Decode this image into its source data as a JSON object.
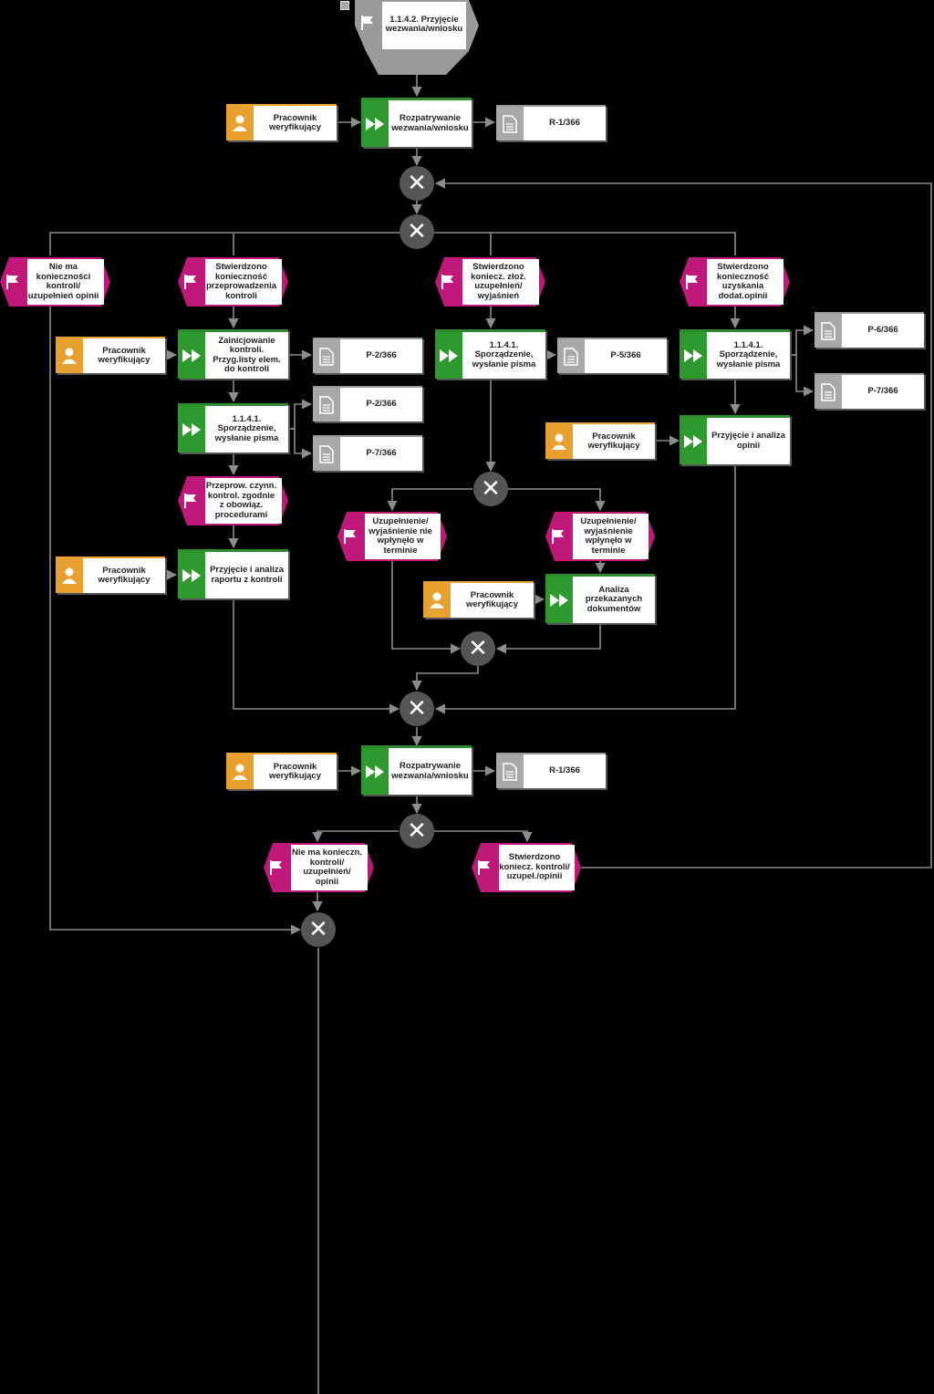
{
  "start_event": {
    "label": "1.1.4.2. Przyjęcie wezwania/wniosku"
  },
  "roles": {
    "r1": "Pracownik weryfikujący",
    "r2": "Pracownik weryfikujący",
    "r3": "Pracownik weryfikujący",
    "r4": "Pracownik weryfikujący",
    "r5": "Pracownik weryfikujący",
    "r6": "Pracownik weryfikujący"
  },
  "functions": {
    "f1": "Rozpatrywanie wezwania/wniosku",
    "f2": "Zainicjowanie kontroli. Przyg.listy elem. do kontroli",
    "f3": "1.1.4.1. Sporządzenie, wysłanie pisma",
    "f4": "1.1.4.1. Sporządzenie, wysłanie pisma",
    "f5": "1.1.4.1. Sporządzenie, wysłanie pisma",
    "f6": "Przyjęcie i analiza opinii",
    "f7": "Przyjęcie i analiza raportu z kontroli",
    "f8": "Analiza przekazanych dokumentów",
    "f9": "Rozpatrywanie wezwania/wniosku"
  },
  "documents": {
    "d1": "R-1/366",
    "d2": "P-2/366",
    "d3": "P-2/366",
    "d4": "P-7/366",
    "d5": "P-5/366",
    "d6": "P-6/366",
    "d7": "P-7/366",
    "d8": "R-1/366"
  },
  "events": {
    "e1": "Nie ma konieczności kontroli/ uzupełnień opinii",
    "e2": "Stwierdzono konieczność przeprowadzenia kontroli",
    "e3": "Stwierdzono koniecz. złoż. uzupełnień/ wyjaśnień",
    "e4": "Stwierdzono konieczność uzyskania dodat.opinii",
    "e5": "Przeprow. czynn. kontrol. zgodnie z obowiąz. procedurami",
    "e6": "Uzupełnienie/ wyjaśnienie nie wpłynęło w terminie",
    "e7": "Uzupełnienie/ wyjaśnienie wpłynęło w terminie",
    "e8": "Nie ma konieczn. kontroli/ uzupełnień/ opinii",
    "e9": "Stwierdzono koniecz. kontroli/ uzupeł./opinii"
  },
  "gateway_symbol": "✕",
  "colors": {
    "function": "#2e9a2e",
    "role": "#e8a02e",
    "document": "#a8a8a8",
    "event": "#c0187a",
    "gateway": "#555555",
    "connector": "#8c8c8c"
  }
}
